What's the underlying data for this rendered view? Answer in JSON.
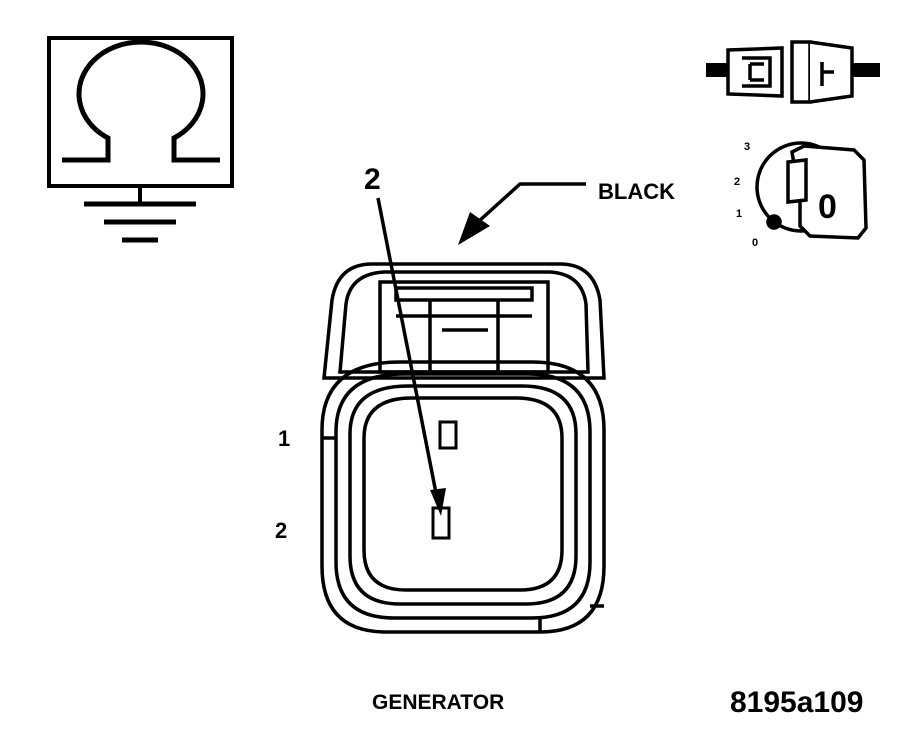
{
  "diagram": {
    "callout_pin": "2",
    "color_label": "BLACK",
    "pin_labels": [
      "1",
      "2"
    ],
    "component_name": "GENERATOR",
    "figure_id": "8195a109",
    "ignition_positions": [
      "3",
      "2",
      "1",
      "0"
    ],
    "ignition_key_label": "0",
    "icons": {
      "ohmmeter": "ohm-meter-ground-icon",
      "disconnect": "connector-disconnect-icon",
      "ignition": "ignition-key-off-icon"
    }
  }
}
